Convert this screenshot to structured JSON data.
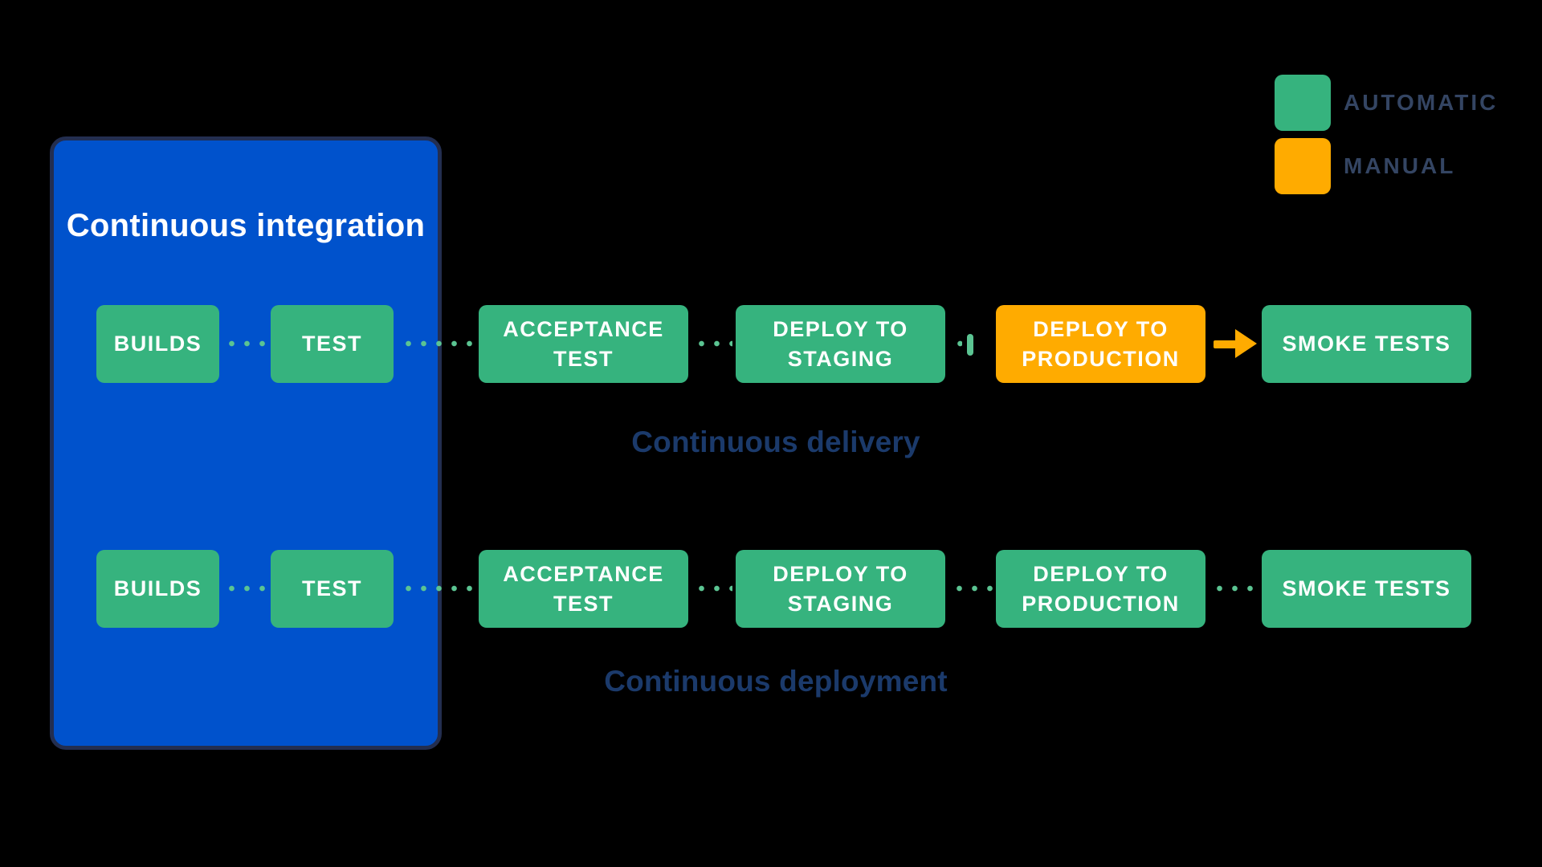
{
  "colors": {
    "background": "#000000",
    "ci_blue": "#0052CC",
    "ci_border": "#232E50",
    "automatic_green": "#36B37E",
    "dot_green": "#5BC492",
    "manual_orange": "#FFAB00",
    "label_navy": "#1B3A6B",
    "legend_text": "#344563",
    "step_text": "#FFFFFF"
  },
  "legend": {
    "items": [
      {
        "id": "automatic",
        "label": "AUTOMATIC",
        "color": "#36B37E"
      },
      {
        "id": "manual",
        "label": "MANUAL",
        "color": "#FFAB00"
      }
    ]
  },
  "ci_box": {
    "title": "Continuous integration"
  },
  "rows": [
    {
      "id": "continuous-delivery",
      "label": "Continuous delivery",
      "steps": [
        {
          "label": "BUILDS",
          "type": "automatic"
        },
        {
          "label": "TEST",
          "type": "automatic"
        },
        {
          "label": "ACCEPTANCE TEST",
          "type": "automatic"
        },
        {
          "label": "DEPLOY TO STAGING",
          "type": "automatic"
        },
        {
          "label": "DEPLOY TO PRODUCTION",
          "type": "manual"
        },
        {
          "label": "SMOKE TESTS",
          "type": "automatic"
        }
      ],
      "connectors": [
        "dotted",
        "dotted",
        "dotted",
        "dot-then-manual-gate",
        "manual-arrow"
      ]
    },
    {
      "id": "continuous-deployment",
      "label": "Continuous deployment",
      "steps": [
        {
          "label": "BUILDS",
          "type": "automatic"
        },
        {
          "label": "TEST",
          "type": "automatic"
        },
        {
          "label": "ACCEPTANCE TEST",
          "type": "automatic"
        },
        {
          "label": "DEPLOY TO STAGING",
          "type": "automatic"
        },
        {
          "label": "DEPLOY TO PRODUCTION",
          "type": "automatic"
        },
        {
          "label": "SMOKE TESTS",
          "type": "automatic"
        }
      ],
      "connectors": [
        "dotted",
        "dotted",
        "dotted",
        "dotted",
        "dotted"
      ]
    }
  ]
}
